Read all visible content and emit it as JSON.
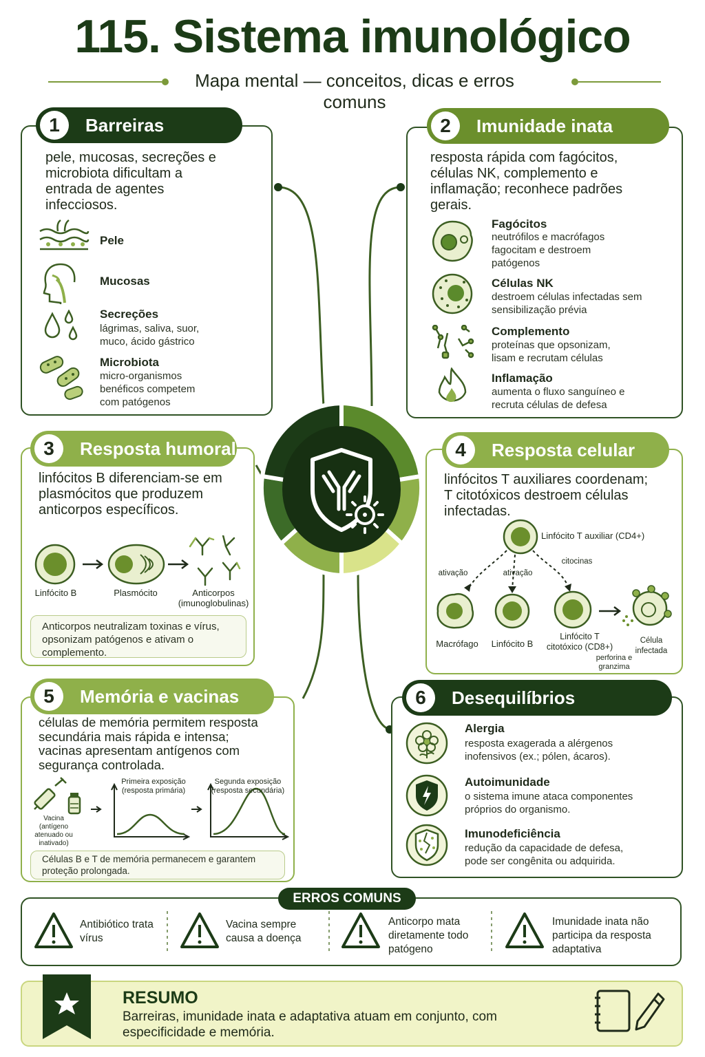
{
  "title": "115. Sistema imunológico",
  "subtitle": "Mapa mental — conceitos, dicas e erros comuns",
  "colors": {
    "dark_green": "#1c3b17",
    "mid_green": "#6b8f2c",
    "light_green": "#8fb04a",
    "pale_yellow": "#f1f4c8"
  },
  "center_icon": "shield-antibody-virus-icon",
  "sections": {
    "s1": {
      "number": "1",
      "title": "Barreiras",
      "description": "pele, mucosas, secreções e microbiota dificultam a entrada de agentes infecciosos.",
      "items": [
        {
          "title": "Pele",
          "text": "",
          "icon": "skin-icon"
        },
        {
          "title": "Mucosas",
          "text": "",
          "icon": "head-mucosa-icon"
        },
        {
          "title": "Secreções",
          "text": "lágrimas, saliva, suor, muco, ácido gástrico",
          "icon": "drops-icon"
        },
        {
          "title": "Microbiota",
          "text": "micro-organismos benéficos competem com patógenos",
          "icon": "bacteria-icon"
        }
      ]
    },
    "s2": {
      "number": "2",
      "title": "Imunidade inata",
      "description": "resposta rápida com fagócitos, células NK, complemento e inflamação; reconhece padrões gerais.",
      "items": [
        {
          "title": "Fagócitos",
          "text": "neutrófilos e macrófagos fagocitam e destroem patógenos",
          "icon": "phagocyte-icon"
        },
        {
          "title": "Células NK",
          "text": "destroem células infectadas sem sensibilização prévia",
          "icon": "nk-cell-icon"
        },
        {
          "title": "Complemento",
          "text": "proteínas que opsonizam, lisam e recrutam células",
          "icon": "complement-icon"
        },
        {
          "title": "Inflamação",
          "text": "aumenta o fluxo sanguíneo e recruta células de defesa",
          "icon": "flame-icon"
        }
      ]
    },
    "s3": {
      "number": "3",
      "title": "Resposta humoral",
      "description": "linfócitos B diferenciam-se em plasmócitos que produzem anticorpos específicos.",
      "flow": [
        "Linfócito B",
        "Plasmócito",
        "Anticorpos (imunoglobulinas)"
      ],
      "note": "Anticorpos neutralizam toxinas e vírus, opsonizam patógenos e ativam o complemento."
    },
    "s4": {
      "number": "4",
      "title": "Resposta celular",
      "description": "linfócitos T auxiliares coordenam; T citotóxicos destroem células infectadas.",
      "diagram": {
        "helper": "Linfócito T auxiliar (CD4+)",
        "edge_labels": [
          "ativação",
          "ativação",
          "citocinas"
        ],
        "targets": [
          "Macrófago",
          "Linfócito B",
          "Linfócito T citotóxico (CD8+)",
          "Célula infectada"
        ],
        "perforin": "perforina e granzima"
      }
    },
    "s5": {
      "number": "5",
      "title": "Memória e vacinas",
      "description": "células de memória permitem resposta secundária mais rápida e intensa; vacinas apresentam antígenos com segurança controlada.",
      "vaccine_label": "Vacina (antígeno atenuado ou inativado)",
      "graph1_label": "Primeira exposição (resposta primária)",
      "graph2_label": "Segunda exposição (resposta secundária)",
      "note": "Células B e T de memória permanecem e garantem proteção prolongada."
    },
    "s6": {
      "number": "6",
      "title": "Desequilíbrios",
      "items": [
        {
          "title": "Alergia",
          "text": "resposta exagerada a alérgenos inofensivos (ex.; pólen, ácaros).",
          "icon": "flower-icon"
        },
        {
          "title": "Autoimunidade",
          "text": "o sistema imune ataca componentes próprios do organismo.",
          "icon": "shield-bolt-icon"
        },
        {
          "title": "Imunodeficiência",
          "text": "redução da capacidade de defesa, pode ser congênita ou adquirida.",
          "icon": "broken-shield-icon"
        }
      ]
    }
  },
  "errors": {
    "title": "ERROS COMUNS",
    "items": [
      "Antibiótico trata vírus",
      "Vacina sempre causa a doença",
      "Anticorpo mata diretamente todo patógeno",
      "Imunidade inata não participa da resposta adaptativa"
    ]
  },
  "summary": {
    "title": "RESUMO",
    "text": "Barreiras, imunidade inata e adaptativa atuam em conjunto, com especificidade e memória."
  }
}
